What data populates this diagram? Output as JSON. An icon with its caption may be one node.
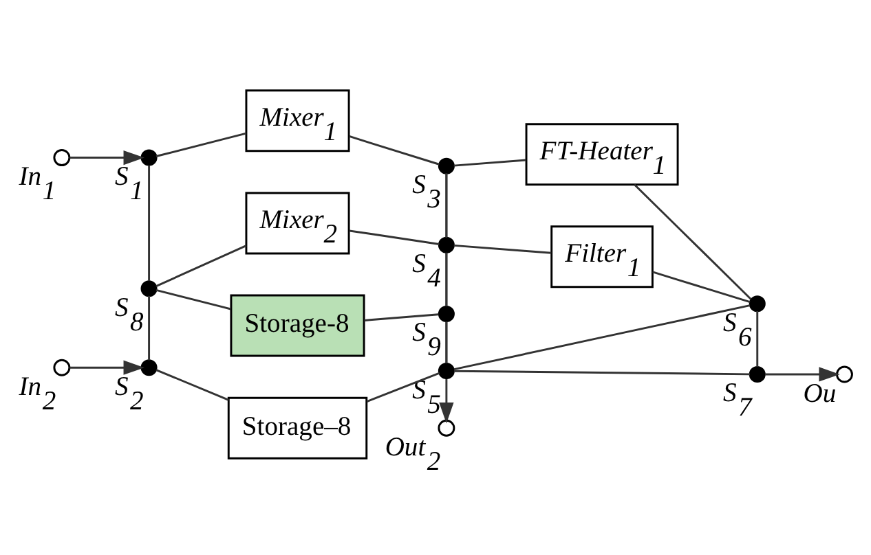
{
  "diagram": {
    "nodes": [
      {
        "text": [],
        "shape": "circle",
        "beside": [
          "In$_{1}$"
        ]
      },
      {
        "text": [],
        "shape": "dot",
        "beside": [
          "S$_{1}$"
        ]
      },
      {
        "text": [
          "Mixer$_{1}$"
        ]
      },
      {
        "text": [],
        "shape": "circle",
        "beside": [
          "Out$_{2}$"
        ]
      },
      {
        "text": [],
        "shape": "dot",
        "beside": [
          "S$_{3}$"
        ]
      },
      {
        "text": [
          "FT-Heater$_{1}$"
        ]
      },
      {
        "text": [],
        "shape": "dot",
        "beside": [
          "S$_{8}$"
        ]
      },
      {
        "text": [
          "Mixer$_{2}$"
        ]
      },
      {
        "text": [],
        "shape": "dot",
        "beside": [
          "S$_{4}$"
        ]
      },
      {
        "text": [
          "Filter$_{1}$"
        ]
      },
      {
        "text": [],
        "shape": "dot",
        "beside": [
          "S$_{6}$"
        ]
      },
      {
        "text": [
          "Storage-8"
        ]
      },
      {
        "text": [],
        "shape": "dot",
        "beside": [
          "S$_{9}$"
        ]
      },
      {
        "text": [],
        "shape": "circle",
        "beside": [
          "In$_{2}$"
        ]
      },
      {
        "text": [],
        "shape": "dot",
        "beside": [
          "S$_{2}$"
        ]
      },
      {
        "text": [
          "Storage–8"
        ]
      },
      {
        "text": [],
        "shape": "dot",
        "beside": [
          "S$_{5}$"
        ]
      },
      {
        "text": [],
        "shape": "dot",
        "beside": [
          "S$_{7}$"
        ]
      },
      {
        "text": [],
        "shape": "circle",
        "beside": [
          "Ou"
        ]
      }
    ],
    "edges": [
      {
        "from": 0,
        "to": 1,
        "arrow": "to"
      },
      {
        "from": 1,
        "to": 2,
        "arrow": "none"
      },
      {
        "from": 2,
        "to": 4,
        "arrow": "none"
      },
      {
        "from": 4,
        "to": 3,
        "arrow": "to"
      },
      {
        "from": 4,
        "to": 5,
        "arrow": "none"
      },
      {
        "from": 5,
        "to": 10,
        "arrow": "none"
      },
      {
        "from": 1,
        "to": 6,
        "arrow": "none"
      },
      {
        "from": 6,
        "to": 7,
        "arrow": "none"
      },
      {
        "from": 7,
        "to": 8,
        "arrow": "none"
      },
      {
        "from": 8,
        "to": 9,
        "arrow": "none"
      },
      {
        "from": 9,
        "to": 10,
        "arrow": "none"
      },
      {
        "from": 4,
        "to": 8,
        "arrow": "none"
      },
      {
        "from": 6,
        "to": 11,
        "arrow": "none"
      },
      {
        "from": 11,
        "to": 12,
        "arrow": "none"
      },
      {
        "from": 8,
        "to": 12,
        "arrow": "none"
      },
      {
        "from": 6,
        "to": 14,
        "arrow": "none"
      },
      {
        "from": 13,
        "to": 14,
        "arrow": "to"
      },
      {
        "from": 14,
        "to": 15,
        "arrow": "none"
      },
      {
        "from": 15,
        "to": 16,
        "arrow": "none"
      },
      {
        "from": 12,
        "to": 16,
        "arrow": "none"
      },
      {
        "from": 16,
        "to": 10,
        "arrow": "none"
      },
      {
        "from": 10,
        "to": 17,
        "arrow": "none"
      },
      {
        "from": 16,
        "to": 17,
        "arrow": "none"
      },
      {
        "from": 17,
        "to": 18,
        "arrow": "to"
      }
    ]
  }
}
